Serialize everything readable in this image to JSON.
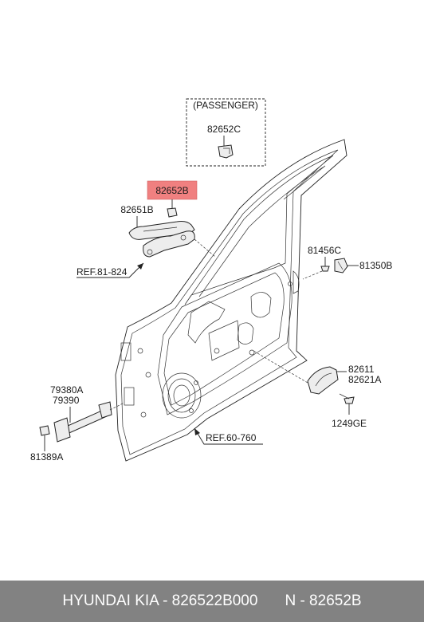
{
  "labels": {
    "passenger": "(PASSENGER)",
    "p82652C": "82652C",
    "p82652B": "82652B",
    "p82651B": "82651B",
    "ref81": "REF.81-824",
    "p81456C": "81456C",
    "p81350B": "81350B",
    "p82611": "82611",
    "p82621A": "82621A",
    "p1249GE": "1249GE",
    "p79380A": "79380A",
    "p79390": "79390",
    "p81389A": "81389A",
    "ref60": "REF.60-760"
  },
  "footer": {
    "left": "HYUNDAI  KIA - 826522B000",
    "right": "N - 82652B"
  },
  "colors": {
    "highlight": "#f08080",
    "footer_bg": "#828282"
  }
}
